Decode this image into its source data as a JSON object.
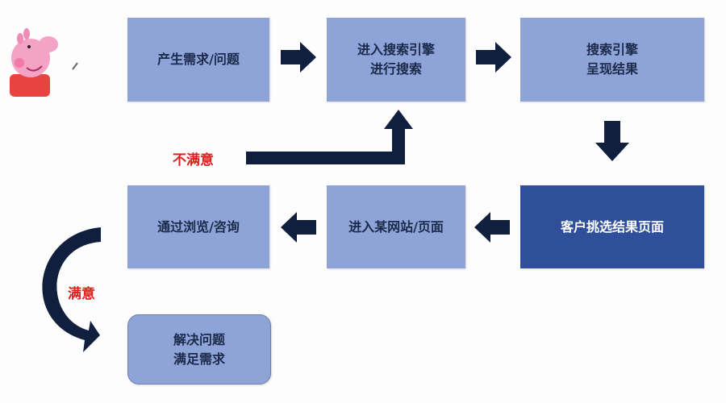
{
  "steps": {
    "s1": "产生需求/问题",
    "s2": "进入搜索引擎\n进行搜索",
    "s3": "搜索引擎\n呈现结果",
    "s4": "客户挑选结果页面",
    "s5": "进入某网站/页面",
    "s6": "通过浏览/咨询",
    "s7": "解决问题\n满足需求"
  },
  "labels": {
    "unsatisfied": "不满意",
    "satisfied": "满意"
  },
  "colors": {
    "box": "#8ea4d8",
    "box_highlight": "#2f4f9a",
    "arrow": "#0f1f3d",
    "label": "#e0201c"
  }
}
